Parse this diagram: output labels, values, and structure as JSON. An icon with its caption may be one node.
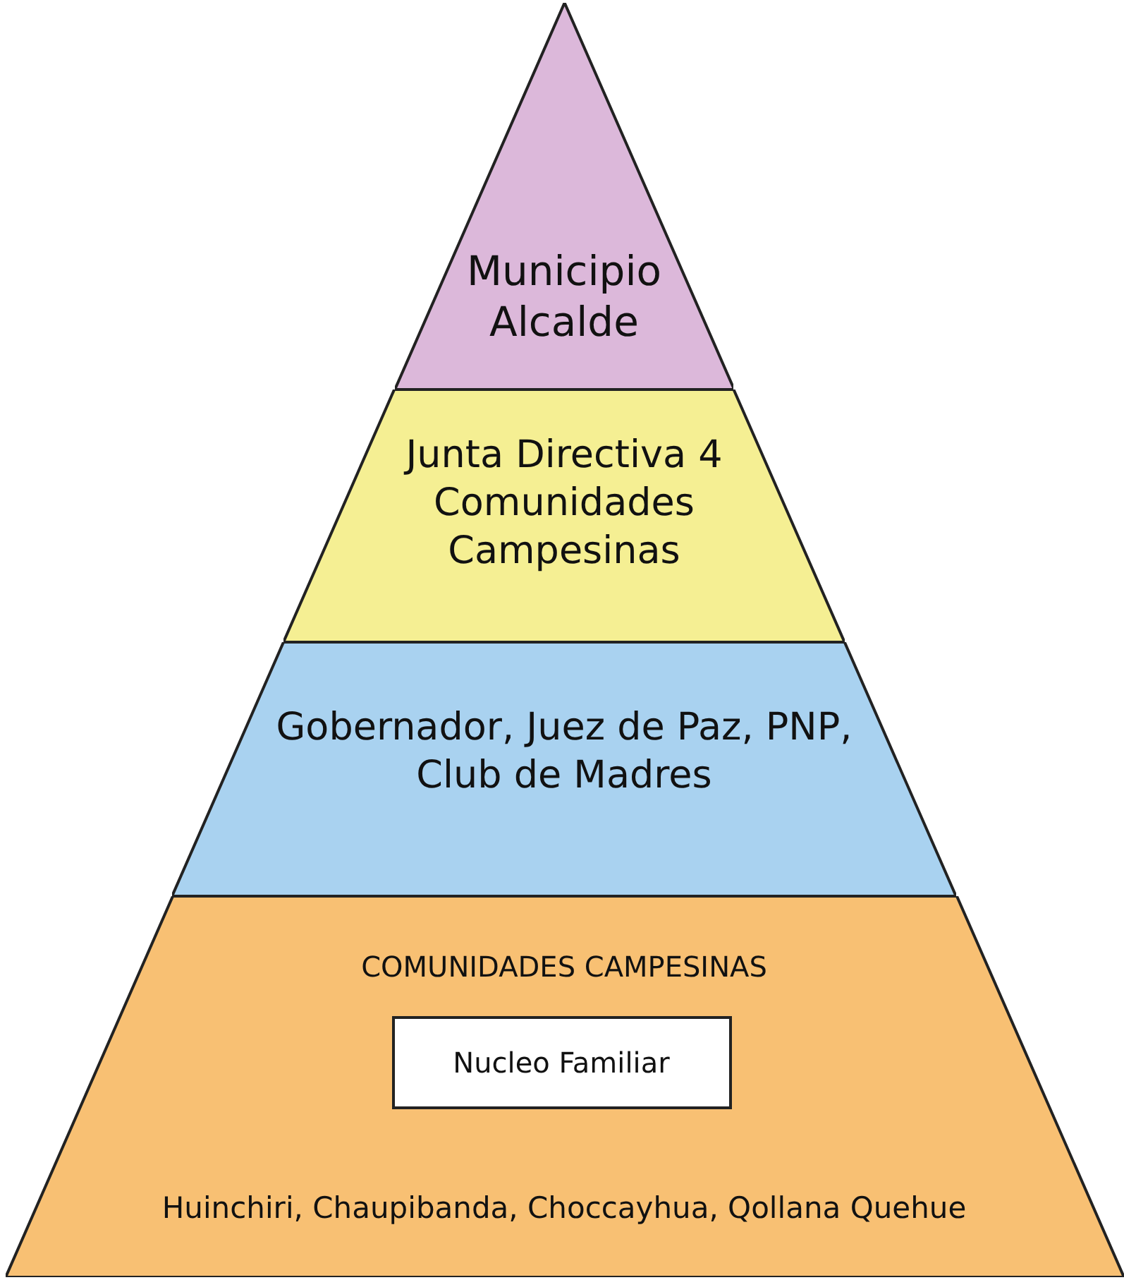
{
  "diagram": {
    "nodes": [
      {
        "text": [
          "Municipio Alcalde"
        ]
      },
      {
        "text": [
          "Junta Directiva 4 Comunidades Campesinas"
        ]
      },
      {
        "text": [
          "Gobernador, Juez de Paz, PNP, Club de Madres"
        ]
      },
      {
        "text": [
          "COMUNIDADES CAMPESINAS",
          "Huinchiri, Chaupibanda, Choccayhua, Qollana Quehue"
        ]
      },
      {
        "text": [
          "Nucleo Familiar"
        ],
        "in": 3
      }
    ]
  }
}
